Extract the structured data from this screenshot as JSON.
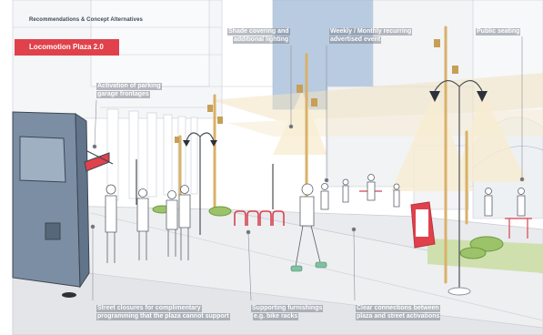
{
  "header": {
    "section": "Recommendations  & Concept Alternatives"
  },
  "title": "Locomotion Plaza 2.0",
  "annotations": {
    "parking": [
      "Activation of parking",
      "garage frontages"
    ],
    "shade": [
      "Shade covering and",
      "additional lighting"
    ],
    "events": [
      "Weekly / Monthly recurring",
      "advertised event"
    ],
    "seating": [
      "Public seating"
    ],
    "closures": [
      "Street closures for complimentary",
      "programming that the plaza cannot support"
    ],
    "furnishings": [
      "Supporting furnishings",
      "e.g. bike racks"
    ],
    "connections": [
      "Clear connections between",
      "plaza and street activations"
    ]
  },
  "colors": {
    "accent": "#e0414b",
    "label_text": "#ffffff",
    "pole": "#d9b16a",
    "sky_building": "#b9cbe0"
  }
}
